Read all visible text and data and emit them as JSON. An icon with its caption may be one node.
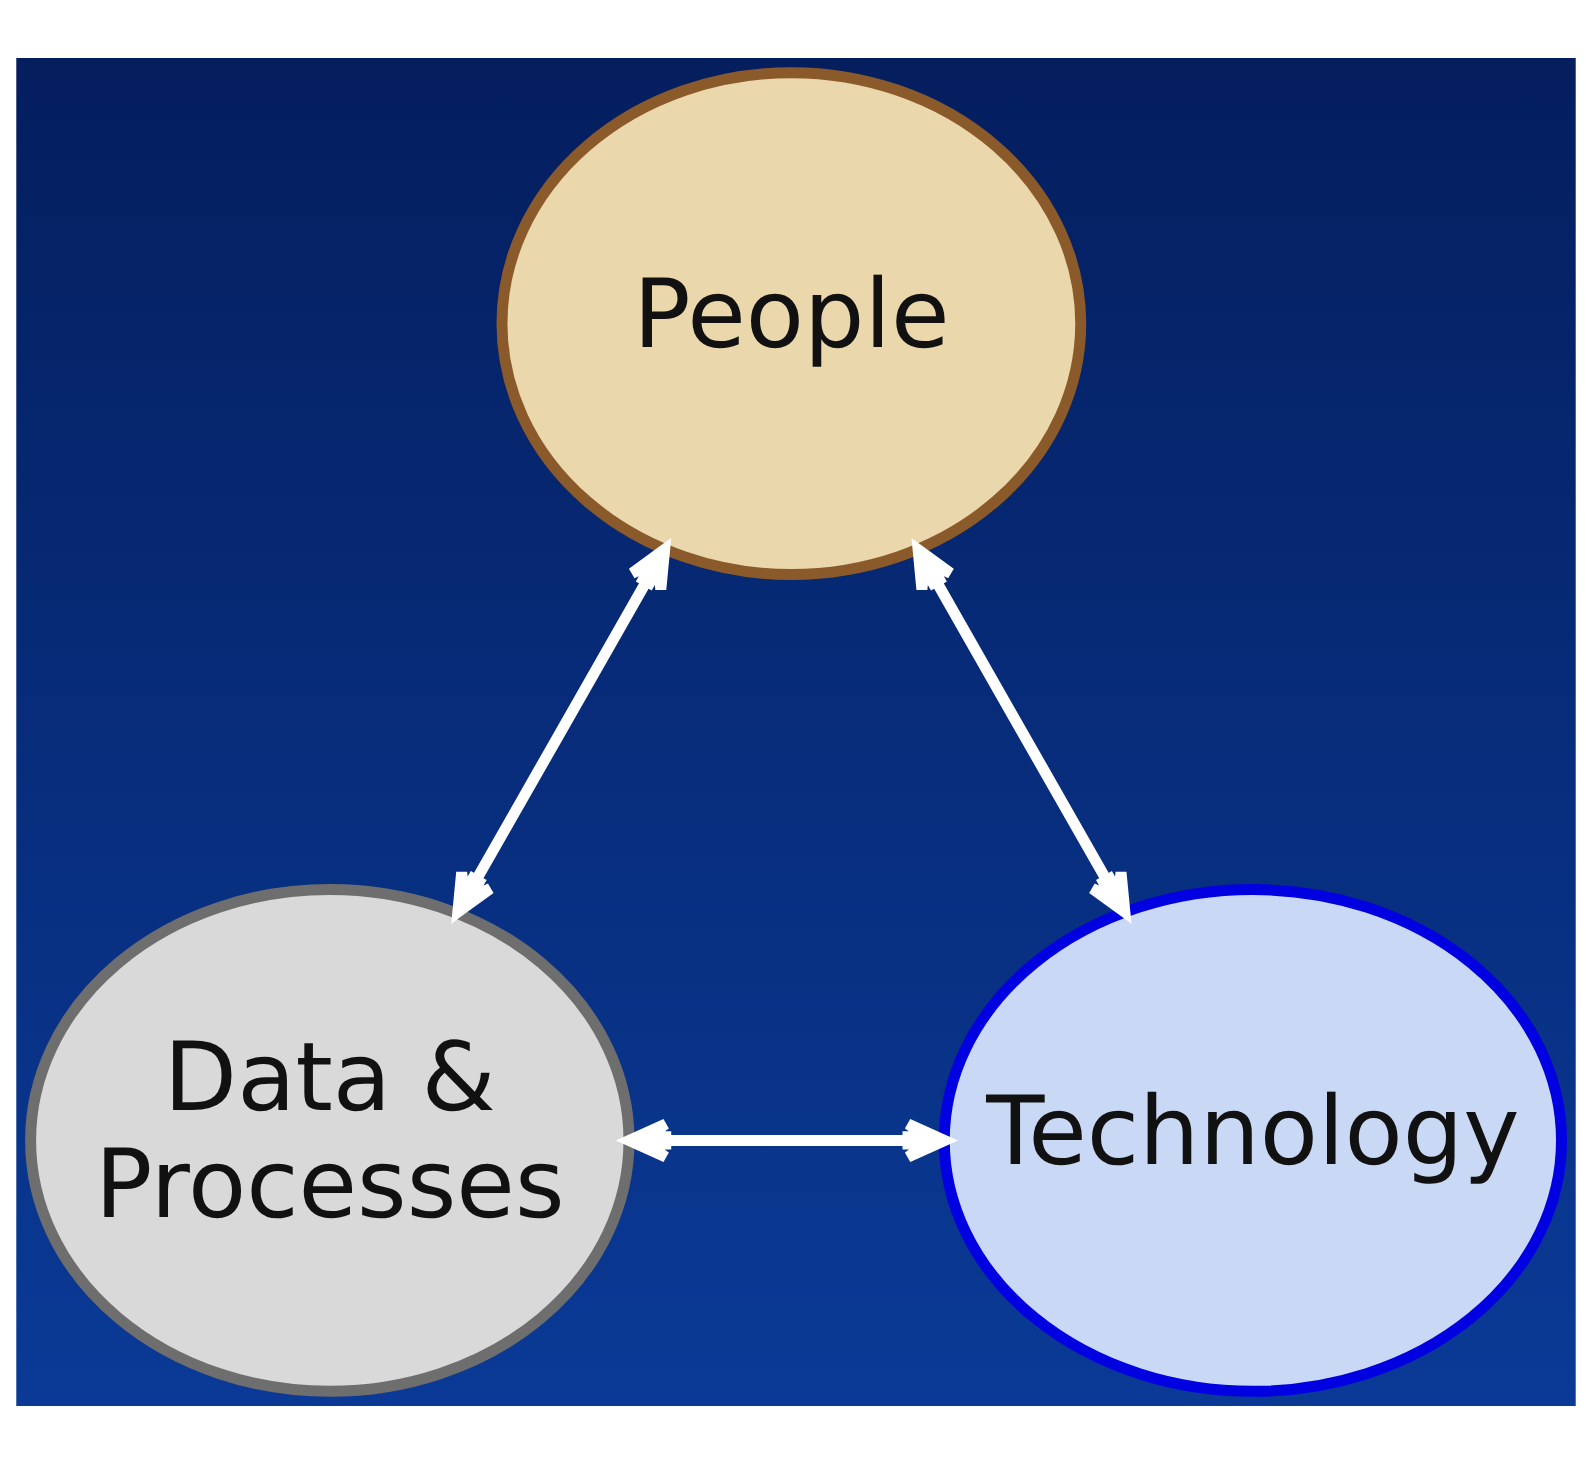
{
  "diagram": {
    "nodes": [
      {
        "text": [
          "People"
        ]
      },
      {
        "text": [
          "Data & Processes"
        ]
      },
      {
        "text": [
          "Technology"
        ]
      }
    ],
    "edges": [
      {
        "from": 0,
        "to": 1,
        "arrow": "both"
      },
      {
        "from": 0,
        "to": 2,
        "arrow": "both"
      },
      {
        "from": 1,
        "to": 2,
        "arrow": "both"
      }
    ]
  }
}
